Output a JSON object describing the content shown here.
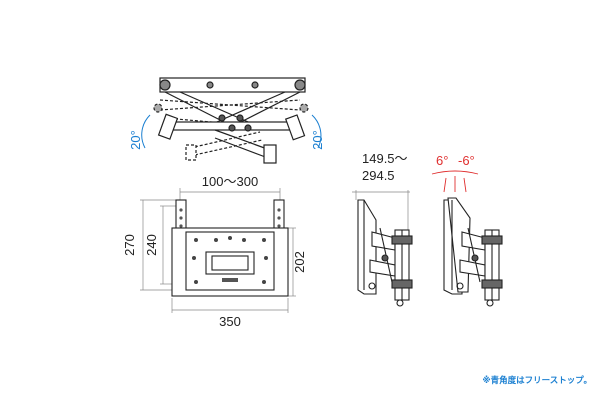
{
  "top_view": {
    "swivel_left": "20°",
    "swivel_right": "20°"
  },
  "front_view": {
    "top_width": "100〜300",
    "height_outer": "270",
    "height_inner": "240",
    "height_right": "202",
    "bottom_width": "350"
  },
  "side_view": {
    "depth_line1": "149.5〜",
    "depth_line2": "294.5",
    "tilt_up": "6°",
    "tilt_down": "-6°"
  },
  "footnote": "※青角度はフリーストップ。",
  "colors": {
    "blue": "#1a7fd1",
    "red": "#e03030",
    "line": "#222222",
    "dim": "#888888"
  }
}
